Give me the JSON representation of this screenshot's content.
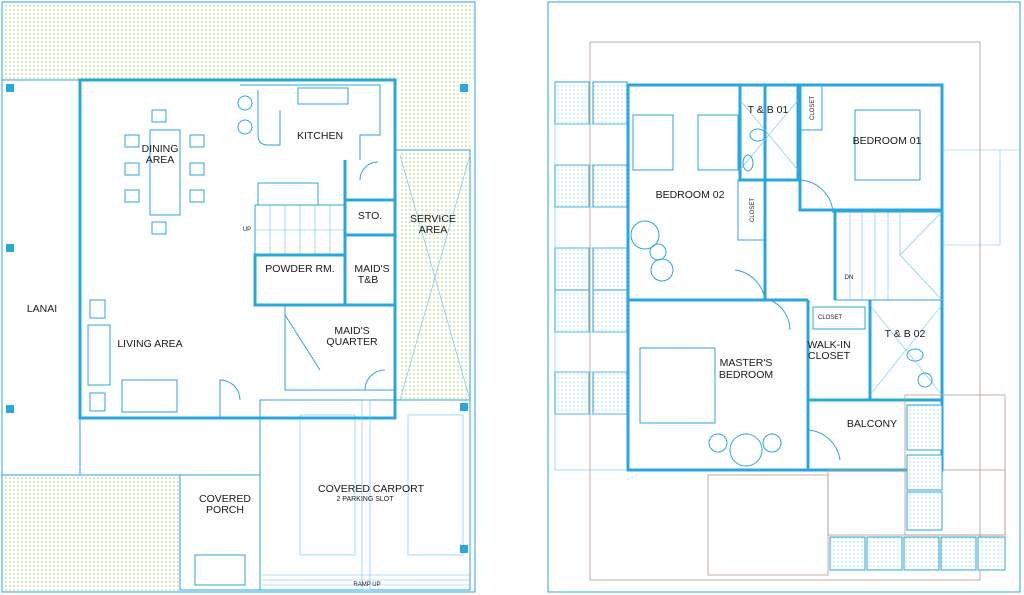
{
  "ground_floor": {
    "rooms": {
      "lanai": "LANAI",
      "dining_1": "DINING",
      "dining_2": "AREA",
      "kitchen": "KITCHEN",
      "sto": "STO.",
      "service_1": "SERVICE",
      "service_2": "AREA",
      "powder": "POWDER RM.",
      "maids_tb_1": "MAID'S",
      "maids_tb_2": "T&B",
      "maids_q_1": "MAID'S",
      "maids_q_2": "QUARTER",
      "living": "LIVING AREA",
      "porch_1": "COVERED",
      "porch_2": "PORCH",
      "carport": "COVERED CARPORT",
      "carport_sub": "2 PARKING SLOT",
      "ramp": "RAMP UP",
      "up": "UP"
    }
  },
  "second_floor": {
    "rooms": {
      "tb01": "T & B 01",
      "closet": "CLOSET",
      "bedroom01": "BEDROOM 01",
      "bedroom02": "BEDROOM 02",
      "dn": "DN",
      "tb02": "T & B 02",
      "walkin_1": "WALK-IN",
      "walkin_2": "CLOSET",
      "master_1": "MASTER'S",
      "master_2": "BEDROOM",
      "balcony": "BALCONY"
    }
  },
  "colors": {
    "line": "#2aa6de",
    "grass": "#cfe6b0",
    "deck": "#b59a8a"
  }
}
